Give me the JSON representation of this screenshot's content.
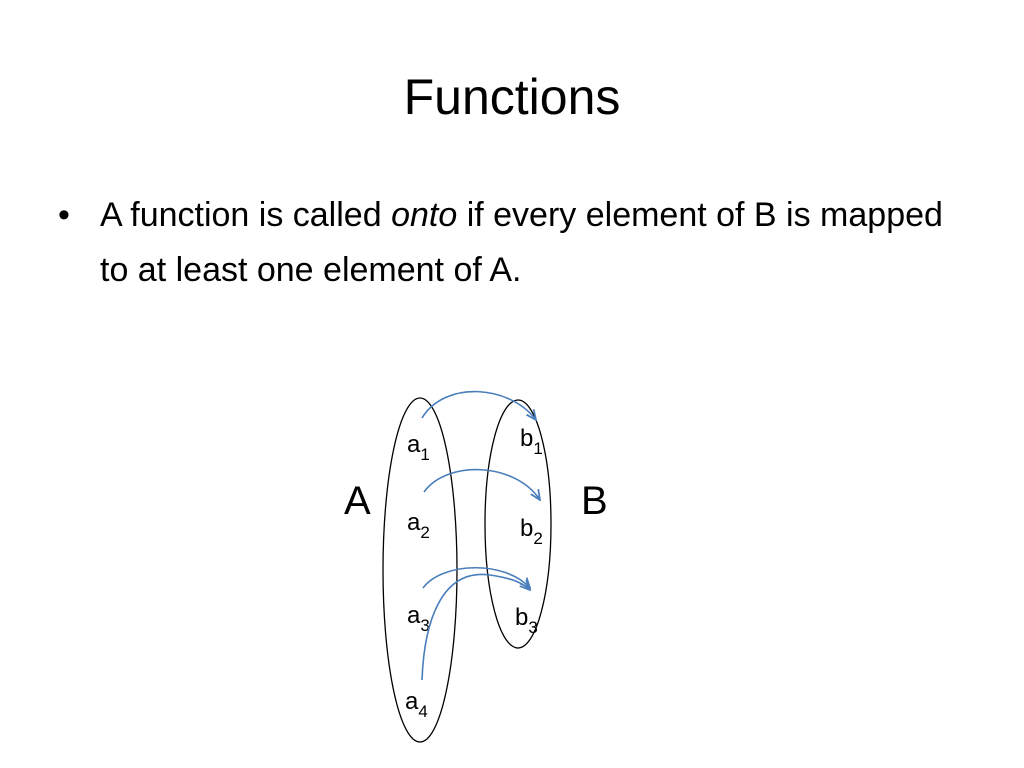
{
  "slide": {
    "title": "Functions",
    "bullet": {
      "text_before": "A function is called ",
      "emphasis": "onto",
      "text_after": " if every element of B is mapped to at least one element of A."
    }
  },
  "diagram": {
    "sets": [
      {
        "name": "A",
        "elements": [
          {
            "base": "a",
            "sub": "1"
          },
          {
            "base": "a",
            "sub": "2"
          },
          {
            "base": "a",
            "sub": "3"
          },
          {
            "base": "a",
            "sub": "4"
          }
        ]
      },
      {
        "name": "B",
        "elements": [
          {
            "base": "b",
            "sub": "1"
          },
          {
            "base": "b",
            "sub": "2"
          },
          {
            "base": "b",
            "sub": "3"
          }
        ]
      }
    ],
    "mappings": [
      {
        "from": "a1",
        "to": "b1"
      },
      {
        "from": "a2",
        "to": "b2"
      },
      {
        "from": "a3",
        "to": "b3"
      },
      {
        "from": "a4",
        "to": "b3"
      }
    ],
    "arrow_color": "#4a7ebb",
    "outline_color": "#000000"
  }
}
